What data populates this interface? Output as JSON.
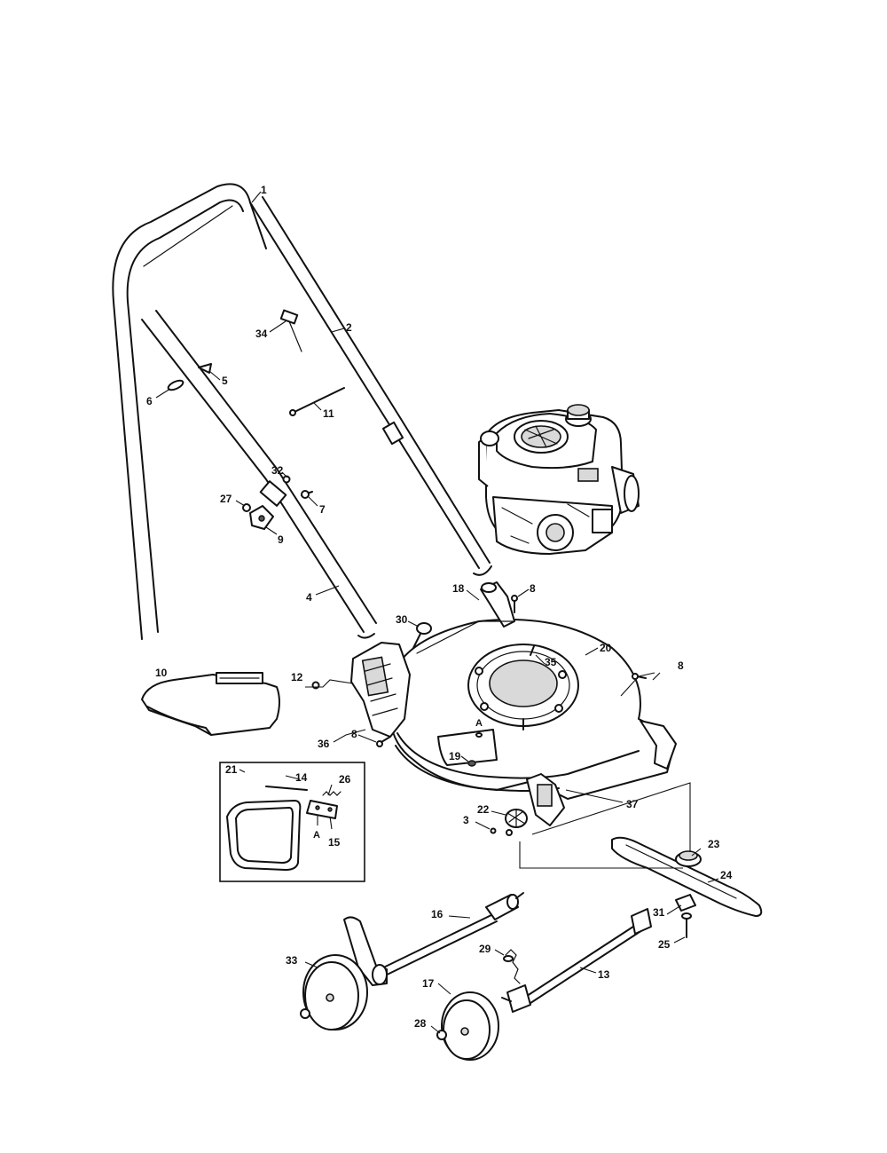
{
  "diagram": {
    "parts": [
      {
        "id": "handle-upper",
        "callout": "1"
      },
      {
        "id": "handle-rod-right",
        "callout": "2"
      },
      {
        "id": "screw",
        "callout": "3"
      },
      {
        "id": "handle-lower",
        "callout": "4"
      },
      {
        "id": "cable-tie",
        "callout": "5"
      },
      {
        "id": "cable-clip",
        "callout": "6"
      },
      {
        "id": "bolt-7",
        "callout": "7"
      },
      {
        "id": "screw-8-top",
        "callout": "8"
      },
      {
        "id": "screw-8-right",
        "callout": "8"
      },
      {
        "id": "screw-8-left",
        "callout": "8"
      },
      {
        "id": "handle-knob",
        "callout": "9"
      },
      {
        "id": "rear-flap",
        "callout": "10"
      },
      {
        "id": "control-cable",
        "callout": "11"
      },
      {
        "id": "nut-12",
        "callout": "12"
      },
      {
        "id": "rear-axle",
        "callout": "13"
      },
      {
        "id": "hinge-rod",
        "callout": "14"
      },
      {
        "id": "bracket-15",
        "callout": "15"
      },
      {
        "id": "front-axle",
        "callout": "16"
      },
      {
        "id": "front-wheel",
        "callout": "17"
      },
      {
        "id": "cable-guide",
        "callout": "18"
      },
      {
        "id": "bolt-19",
        "callout": "19"
      },
      {
        "id": "deck",
        "callout": "20"
      },
      {
        "id": "discharge-chute-assembly",
        "callout": "21"
      },
      {
        "id": "height-adjuster",
        "callout": "22"
      },
      {
        "id": "blade-adapter",
        "callout": "23"
      },
      {
        "id": "blade",
        "callout": "24"
      },
      {
        "id": "blade-bolt",
        "callout": "25"
      },
      {
        "id": "spring",
        "callout": "26"
      },
      {
        "id": "nut-27",
        "callout": "27"
      },
      {
        "id": "wheel-nut",
        "callout": "28"
      },
      {
        "id": "spring-29",
        "callout": "29"
      },
      {
        "id": "bolt-30",
        "callout": "30"
      },
      {
        "id": "washer-31",
        "callout": "31"
      },
      {
        "id": "washer-32",
        "callout": "32"
      },
      {
        "id": "rear-wheel",
        "callout": "33"
      },
      {
        "id": "cable-label",
        "callout": "34"
      },
      {
        "id": "engine-mount",
        "callout": "35"
      },
      {
        "id": "rear-bracket",
        "callout": "36"
      },
      {
        "id": "deck-assembly",
        "callout": "37"
      }
    ],
    "reference_marks": [
      "A",
      "A"
    ]
  }
}
